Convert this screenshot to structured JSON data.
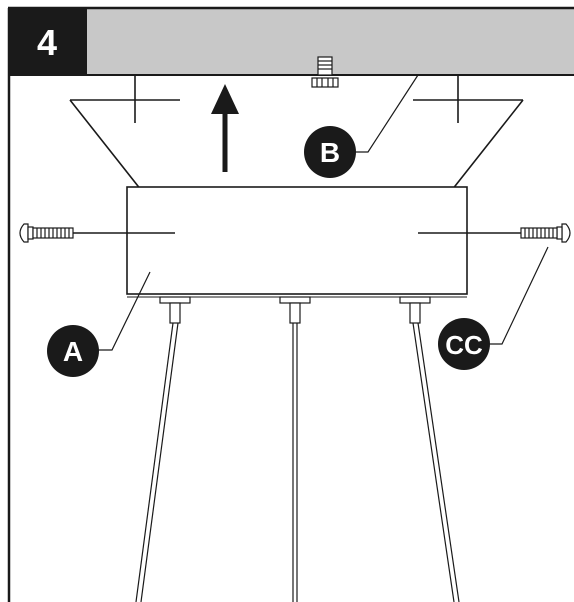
{
  "step": {
    "number": "4"
  },
  "callouts": {
    "canopy": "A",
    "bracket": "B",
    "screws": "CC"
  },
  "colors": {
    "header_band": "#c8c8c8",
    "badge_bg": "#1a1a1a",
    "line": "#1a1a1a",
    "white": "#ffffff"
  },
  "icons": {
    "direction": "arrow-up-icon",
    "fastener": "screw-icon",
    "nut": "nut-icon"
  }
}
